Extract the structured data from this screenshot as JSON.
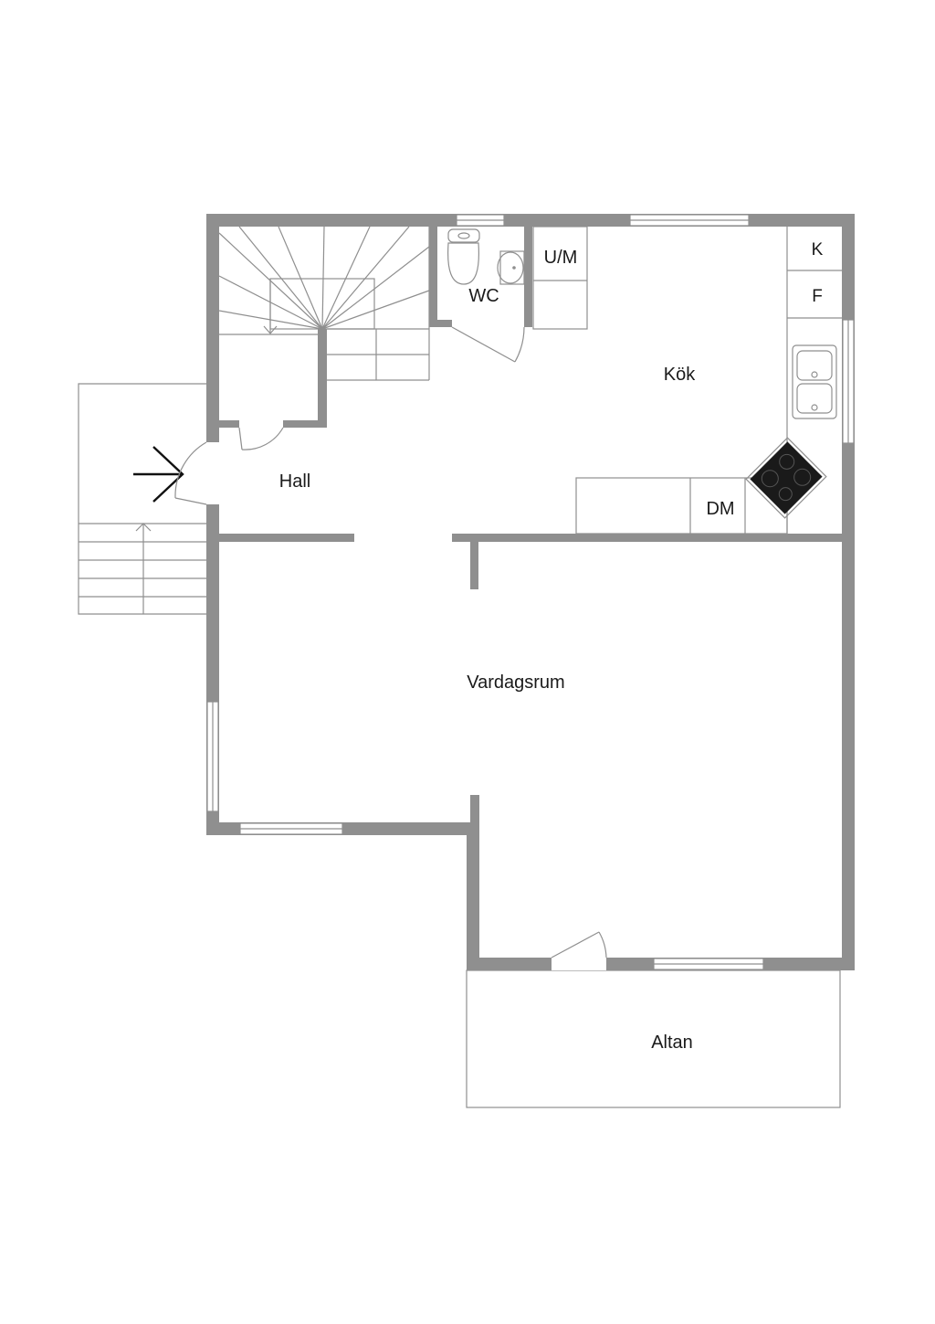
{
  "rooms": {
    "wc": "WC",
    "um": "U/M",
    "kok": "Kök",
    "k": "K",
    "f": "F",
    "hall": "Hall",
    "dm": "DM",
    "vardagsrum": "Vardagsrum",
    "altan": "Altan"
  },
  "colors": {
    "wall": "#8f8f8f",
    "hob": "#1a1a1a",
    "arrow": "#111111"
  }
}
